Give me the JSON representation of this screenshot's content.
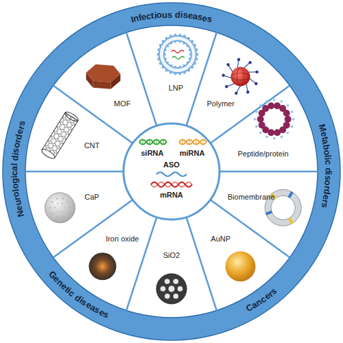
{
  "diagram": {
    "nodes": [
      {
        "text": [
          "Infectious diseases",
          "Metabolic disorders",
          "Cancers",
          "Genetic diseases",
          "Neurological disorders"
        ]
      },
      {
        "text": [
          "MOF"
        ]
      },
      {
        "text": [
          "LNP"
        ]
      },
      {
        "text": [
          "Polymer"
        ]
      },
      {
        "text": [
          "Peptide/protein"
        ]
      },
      {
        "text": [
          "Biomembrane"
        ]
      },
      {
        "text": [
          "AuNP"
        ]
      },
      {
        "text": [
          "SiO2"
        ]
      },
      {
        "text": [
          "Iron oxide"
        ]
      },
      {
        "text": [
          "CaP"
        ]
      },
      {
        "text": [
          "CNT"
        ]
      },
      {
        "text": [
          "siRNA",
          "miRNA",
          "ASO",
          "mRNA"
        ]
      }
    ]
  }
}
